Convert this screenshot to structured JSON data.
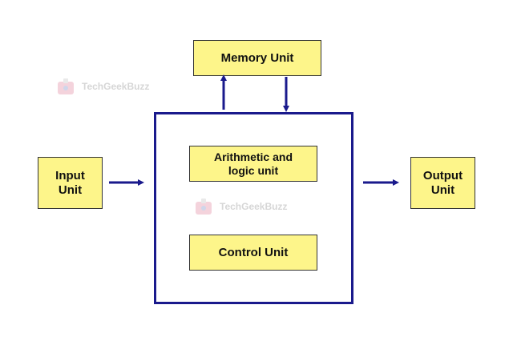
{
  "diagram": {
    "memory_unit": "Memory Unit",
    "input_unit": [
      "Input",
      "Unit"
    ],
    "output_unit": [
      "Output",
      "Unit"
    ],
    "alu": [
      "Arithmetic and",
      "logic unit"
    ],
    "control_unit": "Control Unit"
  },
  "watermark": {
    "text": "TechGeekBuzz"
  },
  "colors": {
    "arrow": "#1a1a8c",
    "box_fill": "#fdf58a",
    "border": "#1a1a8c"
  }
}
